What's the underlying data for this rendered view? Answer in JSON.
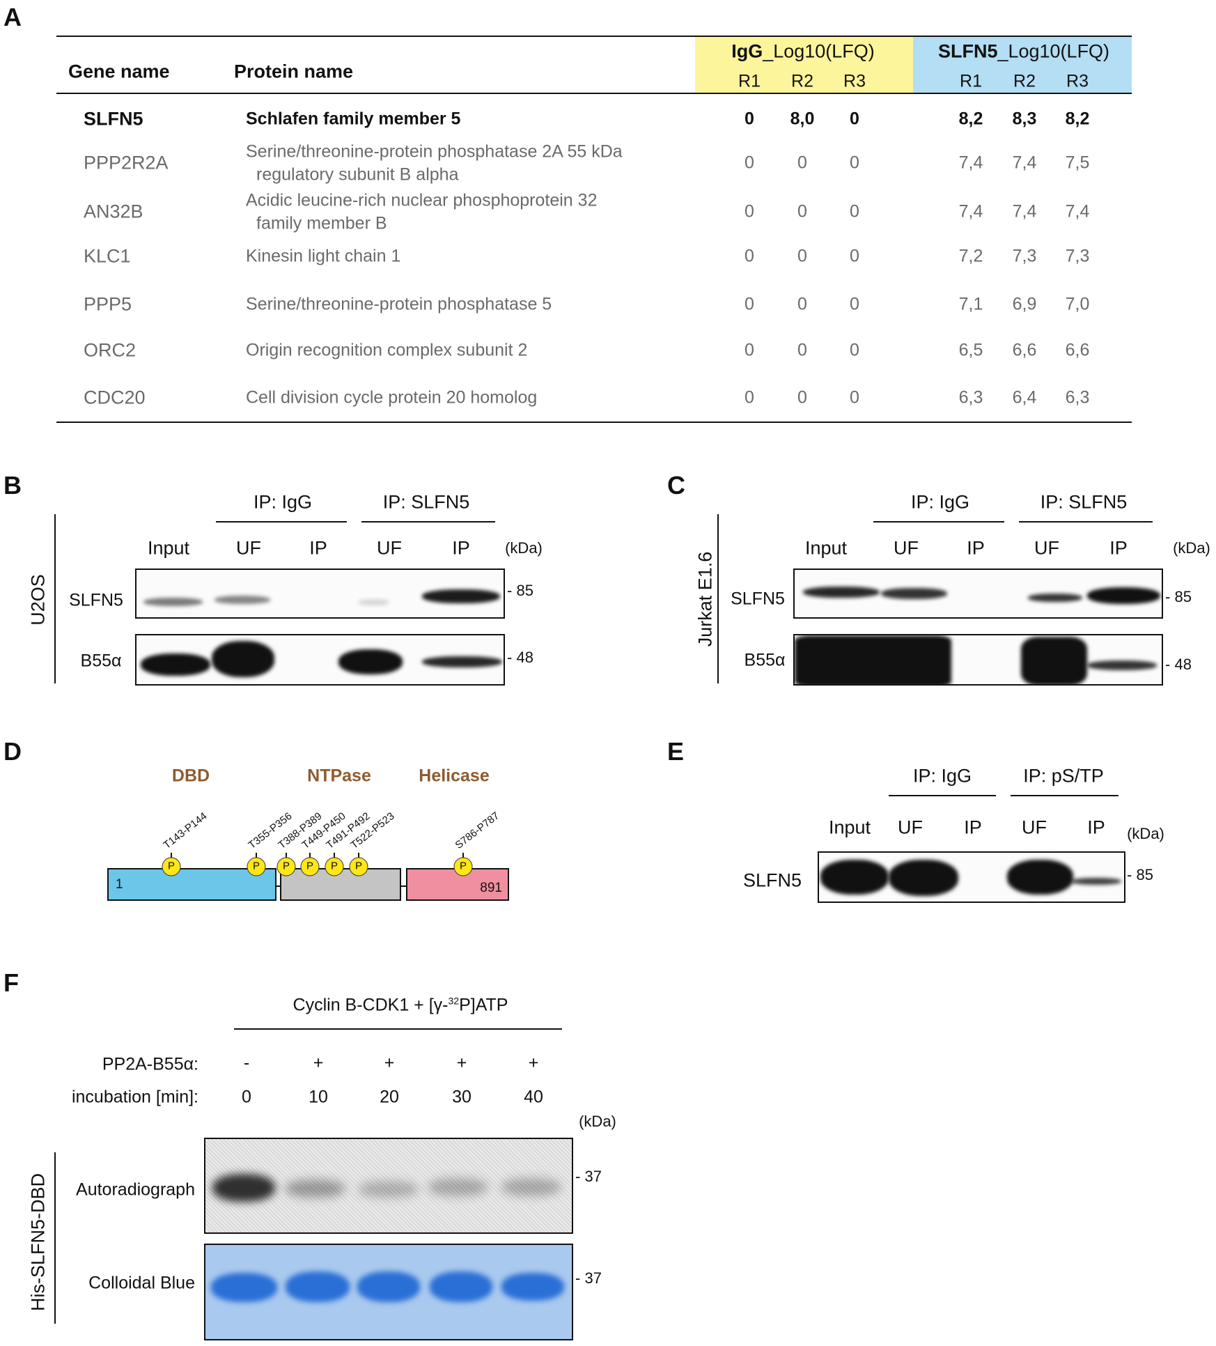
{
  "panels": {
    "a": "A",
    "b": "B",
    "c": "C",
    "d": "D",
    "e": "E",
    "f": "F"
  },
  "table": {
    "gene_header": "Gene name",
    "protein_header": "Protein name",
    "igg_group_bold": "IgG",
    "igg_group_rest": "_Log10(LFQ)",
    "slfn5_group_bold": "SLFN5",
    "slfn5_group_rest": "_Log10(LFQ)",
    "replicates": [
      "R1",
      "R2",
      "R3"
    ],
    "colors": {
      "igg": "#fdf59b",
      "slfn5": "#b3def3"
    },
    "rows": [
      {
        "gene": "SLFN5",
        "protein": [
          "Schlafen family member 5"
        ],
        "igg": [
          "0",
          "8,0",
          "0"
        ],
        "slfn5": [
          "8,2",
          "8,3",
          "8,2"
        ],
        "bold": true
      },
      {
        "gene": "PPP2R2A",
        "protein": [
          "Serine/threonine-protein phosphatase 2A 55 kDa",
          "regulatory subunit B alpha"
        ],
        "igg": [
          "0",
          "0",
          "0"
        ],
        "slfn5": [
          "7,4",
          "7,4",
          "7,5"
        ]
      },
      {
        "gene": "AN32B",
        "protein": [
          "Acidic leucine-rich nuclear phosphoprotein 32",
          "family member B"
        ],
        "igg": [
          "0",
          "0",
          "0"
        ],
        "slfn5": [
          "7,4",
          "7,4",
          "7,4"
        ]
      },
      {
        "gene": "KLC1",
        "protein": [
          "Kinesin light chain 1"
        ],
        "igg": [
          "0",
          "0",
          "0"
        ],
        "slfn5": [
          "7,2",
          "7,3",
          "7,3"
        ]
      },
      {
        "gene": "PPP5",
        "protein": [
          "Serine/threonine-protein phosphatase 5"
        ],
        "igg": [
          "0",
          "0",
          "0"
        ],
        "slfn5": [
          "7,1",
          "6,9",
          "7,0"
        ]
      },
      {
        "gene": "ORC2",
        "protein": [
          "Origin recognition complex subunit 2"
        ],
        "igg": [
          "0",
          "0",
          "0"
        ],
        "slfn5": [
          "6,5",
          "6,6",
          "6,6"
        ]
      },
      {
        "gene": "CDC20",
        "protein": [
          "Cell division cycle protein 20 homolog"
        ],
        "igg": [
          "0",
          "0",
          "0"
        ],
        "slfn5": [
          "6,3",
          "6,4",
          "6,3"
        ]
      }
    ]
  },
  "panel_b": {
    "cell_line": "U2OS",
    "ip_igg": "IP:  IgG",
    "ip_slfn5": "IP:  SLFN5",
    "lanes": [
      "Input",
      "UF",
      "IP",
      "UF",
      "IP"
    ],
    "kda": "(kDa)",
    "rows": [
      "SLFN5",
      "B55α"
    ],
    "markers": [
      "85",
      "48"
    ]
  },
  "panel_c": {
    "cell_line": "Jurkat E1.6",
    "ip_igg": "IP:  IgG",
    "ip_slfn5": "IP:  SLFN5",
    "lanes": [
      "Input",
      "UF",
      "IP",
      "UF",
      "IP"
    ],
    "kda": "(kDa)",
    "rows": [
      "SLFN5",
      "B55α"
    ],
    "markers": [
      "85",
      "48"
    ]
  },
  "panel_d": {
    "domains": [
      "DBD",
      "NTPase",
      "Helicase"
    ],
    "start": "1",
    "end": "891",
    "p": "P",
    "sites": [
      "T143-P144",
      "T355-P356",
      "T388-P389",
      "T449-P450",
      "T491-P492",
      "T522-P523",
      "S786-P787"
    ],
    "colors": {
      "dbd": "#6cc6ea",
      "ntpase": "#c4c4c4",
      "helicase": "#ef8fa0",
      "site": "#ffe619"
    }
  },
  "panel_e": {
    "ip_igg": "IP:  IgG",
    "ip_pstp": "IP:  pS/TP",
    "lanes": [
      "Input",
      "UF",
      "IP",
      "UF",
      "IP"
    ],
    "kda": "(kDa)",
    "row": "SLFN5",
    "marker": "85"
  },
  "panel_f": {
    "title_pre": "Cyclin B-CDK1 + [γ-",
    "title_sup": "32",
    "title_post": "P]ATP",
    "pp2a_label": "PP2A-B55α:",
    "pp2a": [
      "-",
      "+",
      "+",
      "+",
      "+"
    ],
    "incubation_label": "incubation [min]:",
    "incubation": [
      "0",
      "10",
      "20",
      "30",
      "40"
    ],
    "kda": "(kDa)",
    "construct": "His-SLFN5-DBD",
    "rows": [
      "Autoradiograph",
      "Colloidal Blue"
    ],
    "markers": [
      "37",
      "37"
    ]
  }
}
